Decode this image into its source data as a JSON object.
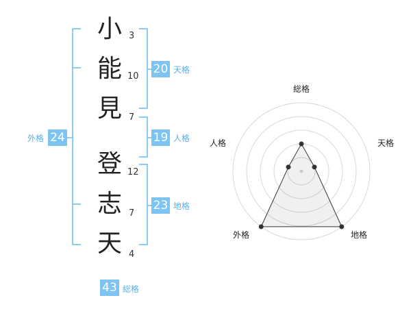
{
  "name": {
    "characters": [
      {
        "char": "小",
        "strokes": "3"
      },
      {
        "char": "能",
        "strokes": "10"
      },
      {
        "char": "見",
        "strokes": "7"
      },
      {
        "char": "登",
        "strokes": "12"
      },
      {
        "char": "志",
        "strokes": "7"
      },
      {
        "char": "天",
        "strokes": "4"
      }
    ]
  },
  "fortune": {
    "tenkaku": {
      "value": "20",
      "label": "天格"
    },
    "jinkaku": {
      "value": "19",
      "label": "人格"
    },
    "chikaku": {
      "value": "23",
      "label": "地格"
    },
    "gaikaku": {
      "value": "24",
      "label": "外格"
    },
    "soukaku": {
      "value": "43",
      "label": "総格"
    }
  },
  "radar": {
    "labels": {
      "soukaku": "総格",
      "tenkaku": "天格",
      "jinkaku": "人格",
      "chikaku": "地格",
      "gaikaku": "外格"
    },
    "scores": {
      "soukaku": 2,
      "tenkaku": 1,
      "chikaku": 5,
      "gaikaku": 5,
      "jinkaku": 1
    },
    "max": 5,
    "rings": 5
  },
  "colors": {
    "accent": "#7ec4f3",
    "accent_text": "#58b0e8",
    "bracket": "#8ccdf5"
  }
}
